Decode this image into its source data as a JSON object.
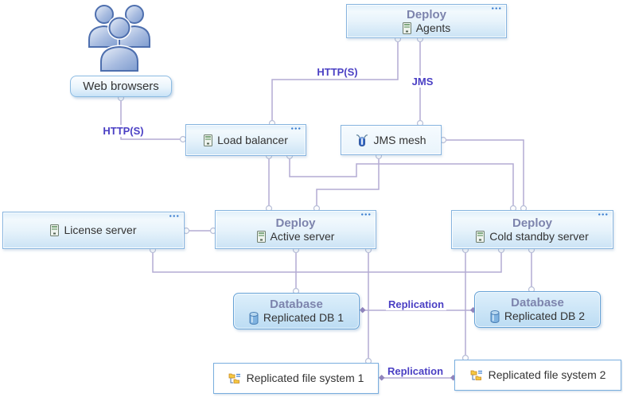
{
  "diagram": {
    "nodes": {
      "web_browsers": {
        "label": "Web browsers"
      },
      "agents": {
        "title": "Deploy",
        "label": "Agents"
      },
      "load_balancer": {
        "label": "Load balancer"
      },
      "jms_mesh": {
        "label": "JMS mesh"
      },
      "license_server": {
        "label": "License server"
      },
      "active_server": {
        "title": "Deploy",
        "label": "Active server"
      },
      "cold_standby": {
        "title": "Deploy",
        "label": "Cold standby server"
      },
      "db1": {
        "title": "Database",
        "label": "Replicated DB 1"
      },
      "db2": {
        "title": "Database",
        "label": "Replicated DB 2"
      },
      "fs1": {
        "label": "Replicated file system 1"
      },
      "fs2": {
        "label": "Replicated file system 2"
      }
    },
    "edge_labels": {
      "https_browser": "HTTP(S)",
      "https_agents": "HTTP(S)",
      "jms": "JMS",
      "replication_db": "Replication",
      "replication_fs": "Replication"
    },
    "colors": {
      "box_border": "#86b4df",
      "title_text": "#7d84ad",
      "body_text": "#333333",
      "edge_label": "#4a3fc4",
      "connector": "#b3abd3",
      "dots": "#3d7fd0"
    }
  }
}
